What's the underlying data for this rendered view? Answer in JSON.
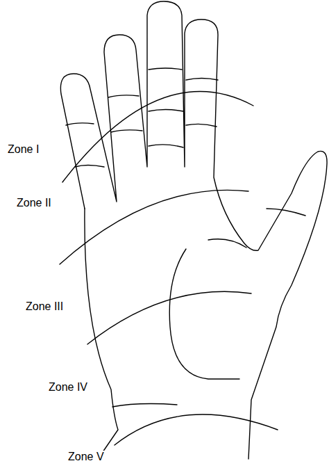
{
  "diagram": {
    "labels": [
      "Zone I",
      "Zone II",
      "Zone III",
      "Zone IV",
      "Zone V"
    ]
  }
}
